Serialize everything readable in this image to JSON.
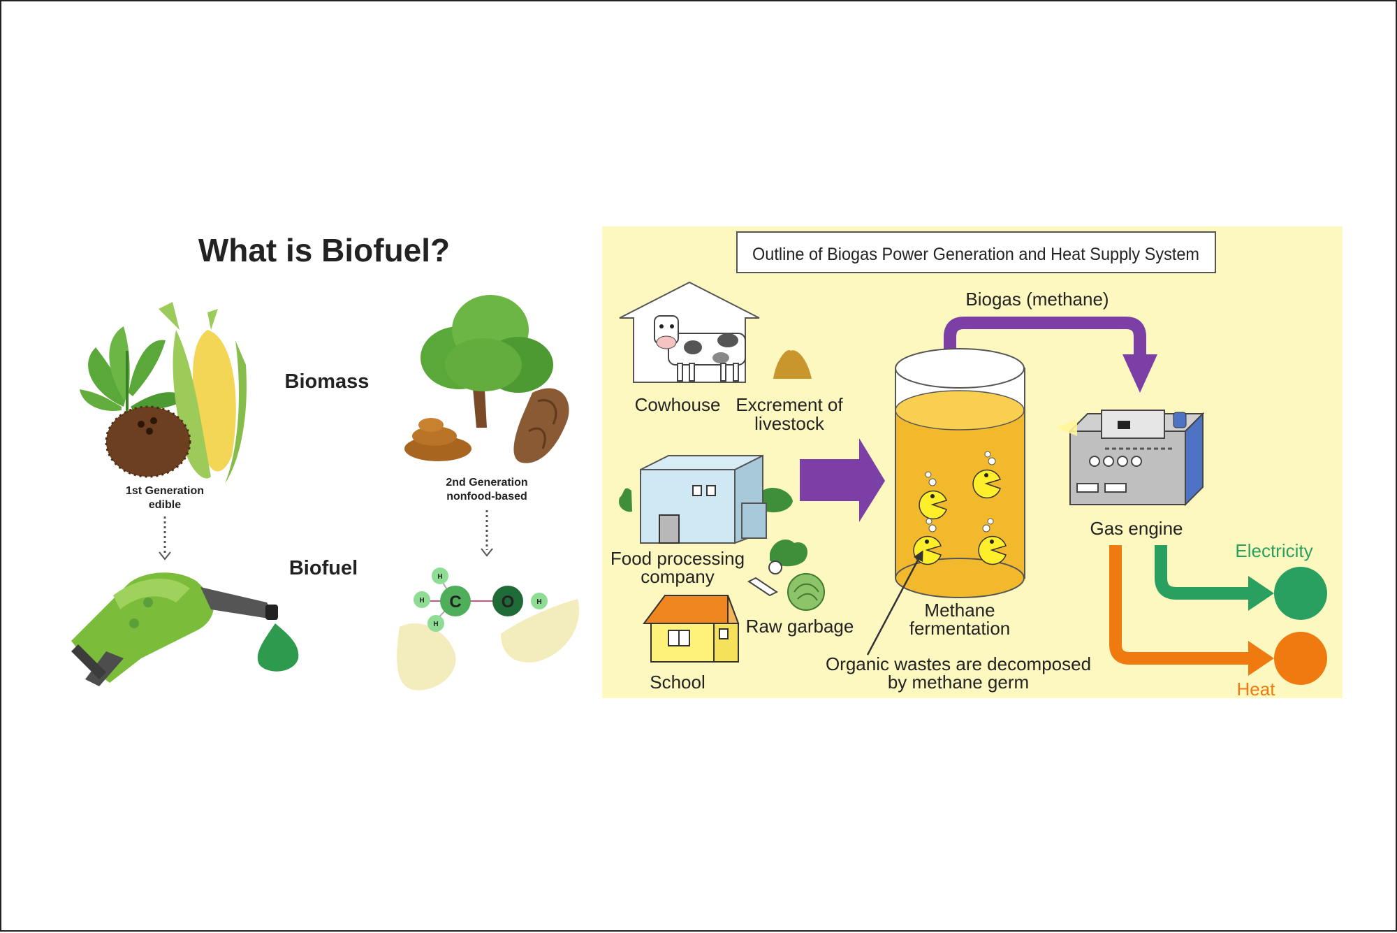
{
  "left_panel": {
    "title": "What is Biofuel?",
    "biomass_label": "Biomass",
    "biofuel_label": "Biofuel",
    "first_gen_line1": "1st Generation",
    "first_gen_line2": "edible",
    "second_gen_line1": "2nd Generation",
    "second_gen_line2": "nonfood-based",
    "molecule_atoms": {
      "carbon": "C",
      "oxygen": "O",
      "hydrogen": "H"
    }
  },
  "right_panel": {
    "title": "Outline of Biogas Power Generation and Heat Supply System",
    "biogas_label": "Biogas (methane)",
    "cowhouse_label": "Cowhouse",
    "excrement_line1": "Excrement of",
    "excrement_line2": "livestock",
    "food_company_line1": "Food processing",
    "food_company_line2": "company",
    "raw_garbage_label": "Raw garbage",
    "school_label": "School",
    "methane_line1": "Methane",
    "methane_line2": "fermentation",
    "organic_line1": "Organic wastes are decomposed",
    "organic_line2": "by methane germ",
    "gas_engine_label": "Gas engine",
    "electricity_label": "Electricity",
    "heat_label": "Heat"
  },
  "colors": {
    "right_background": "#fdf8c0",
    "purple_arrow": "#7b3fa6",
    "tank_liquid": "#f3b92d",
    "electricity_green": "#2aa060",
    "heat_orange": "#ef7a10"
  }
}
